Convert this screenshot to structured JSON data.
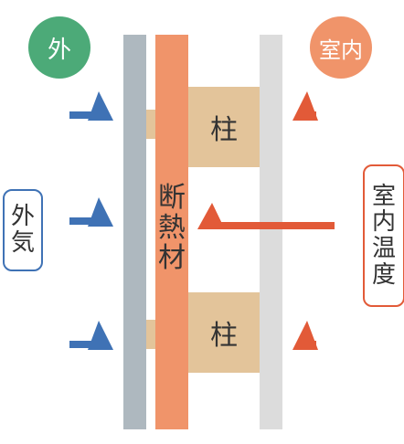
{
  "outside_circle": {
    "label": "外",
    "color": "#4caa78"
  },
  "inside_circle": {
    "label": "室内",
    "color": "#f0946a"
  },
  "outside_air_box": {
    "chars": [
      "外",
      "気"
    ],
    "border_color": "#3f72b5"
  },
  "room_temp_box": {
    "chars": [
      "室",
      "内",
      "温",
      "度"
    ],
    "border_color": "#e25a38"
  },
  "insulation_label": {
    "chars": [
      "断",
      "熱",
      "材"
    ]
  },
  "pillar_top": {
    "label": "柱"
  },
  "pillar_bottom": {
    "label": "柱"
  },
  "colors": {
    "outer_wall": "#aeb8bf",
    "inner_wall": "#dcdcdc",
    "insulation": "#f0946a",
    "pillar": "#e3c49a",
    "cold_arrow": "#3f72b5",
    "warm_arrow": "#e25a38"
  }
}
